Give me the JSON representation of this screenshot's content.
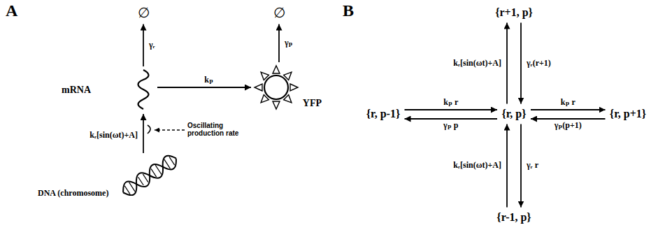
{
  "diagram": {
    "nodes": [
      {
        "text": [
          "∅"
        ]
      },
      {
        "text": [
          "∅"
        ]
      },
      {
        "text": [
          "mRNA"
        ]
      },
      {
        "text": [
          "YFP"
        ]
      },
      {
        "text": [
          "DNA (chromosome)"
        ]
      },
      {
        "text": [
          "{r+1, p}"
        ]
      },
      {
        "text": [
          "{r, p-1}"
        ]
      },
      {
        "text": [
          "{r, p}"
        ]
      },
      {
        "text": [
          "{r, p+1}"
        ]
      },
      {
        "text": [
          "{r-1, p}"
        ]
      }
    ],
    "edges": [
      {
        "from": 2,
        "to": 0,
        "label": "γᵣ",
        "arrow": "to"
      },
      {
        "from": 3,
        "to": 1,
        "label": "γₚ",
        "arrow": "to"
      },
      {
        "from": 2,
        "to": 3,
        "label": "kₚ",
        "arrow": "to"
      },
      {
        "from": 4,
        "to": 2,
        "label": "kᵣ[sin(ωt)+A]",
        "arrow": "to"
      },
      {
        "from": 7,
        "to": 5,
        "label": "kᵣ[sin(ωt)+A]",
        "arrow": "to"
      },
      {
        "from": 5,
        "to": 7,
        "label": "γᵣ(r+1)",
        "arrow": "to"
      },
      {
        "from": 6,
        "to": 7,
        "label": "kₚ r",
        "arrow": "to"
      },
      {
        "from": 7,
        "to": 6,
        "label": "γₚ p",
        "arrow": "to"
      },
      {
        "from": 7,
        "to": 8,
        "label": "kₚ r",
        "arrow": "to"
      },
      {
        "from": 8,
        "to": 7,
        "label": "γₚ(p+1)",
        "arrow": "to"
      },
      {
        "from": 9,
        "to": 7,
        "label": "kᵣ[sin(ωt)+A]",
        "arrow": "to"
      },
      {
        "from": 7,
        "to": 9,
        "label": "γᵣ r",
        "arrow": "to"
      }
    ],
    "labels": [
      "A",
      "B",
      "Oscillating production rate"
    ]
  }
}
